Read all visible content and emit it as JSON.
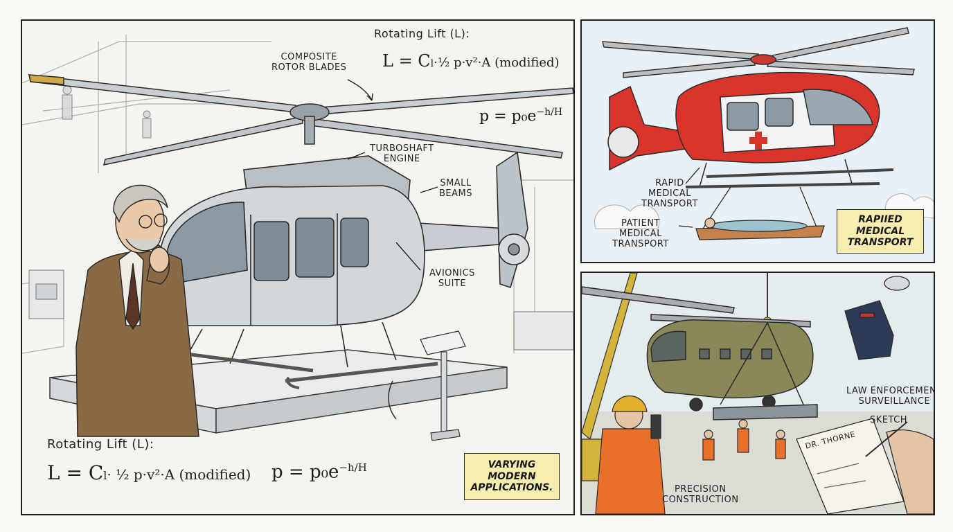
{
  "main_panel": {
    "labels": {
      "rotor_title": "Rotating Lift (L):",
      "rotor_formula": "L = C",
      "rotor_formula_tail": "·½ p·v²·A  (modified)",
      "rho_formula": "p = p₀e",
      "rho_exp": "−h/H",
      "composite": "COMPOSITE\nROTOR BLADES",
      "turboshaft": "TURBOSHAFT\nENGINE",
      "beams": "SMALL\nBEAMS",
      "avionics": "AVIONICS\nSUITE",
      "bottom_title": "Rotating Lift (L):",
      "bottom_formula": "L = C",
      "bottom_formula_tail": "· ½ p·v²·A  (modified)",
      "bottom_rho": "p = p₀e",
      "bottom_rho_exp": "−h/H"
    },
    "callout": "VARYING\nMODERN\nAPPLICATIONS."
  },
  "medical_panel": {
    "rapid": "RAPID\nMEDICAL\nTRANSPORT",
    "patient": "PATIENT\nMEDICAL\nTRANSPORT",
    "callout": "RAPIIED\nMEDICAL\nTRANSPORT"
  },
  "ops_panel": {
    "law": "LAW ENFORCEMENT\nSURVEILLANCE",
    "sketch": "SKETCH",
    "notebook": "DR. THORNE",
    "precision": "PRECISION\nCONSTRUCTION"
  },
  "colors": {
    "helicopter_main": "#c7cdd3",
    "helicopter_medical": "#d8342b",
    "helicopter_chinook": "#8a8758",
    "jacket": "#8a6a45",
    "callout": "#f7edb1",
    "vest": "#e8702a"
  }
}
